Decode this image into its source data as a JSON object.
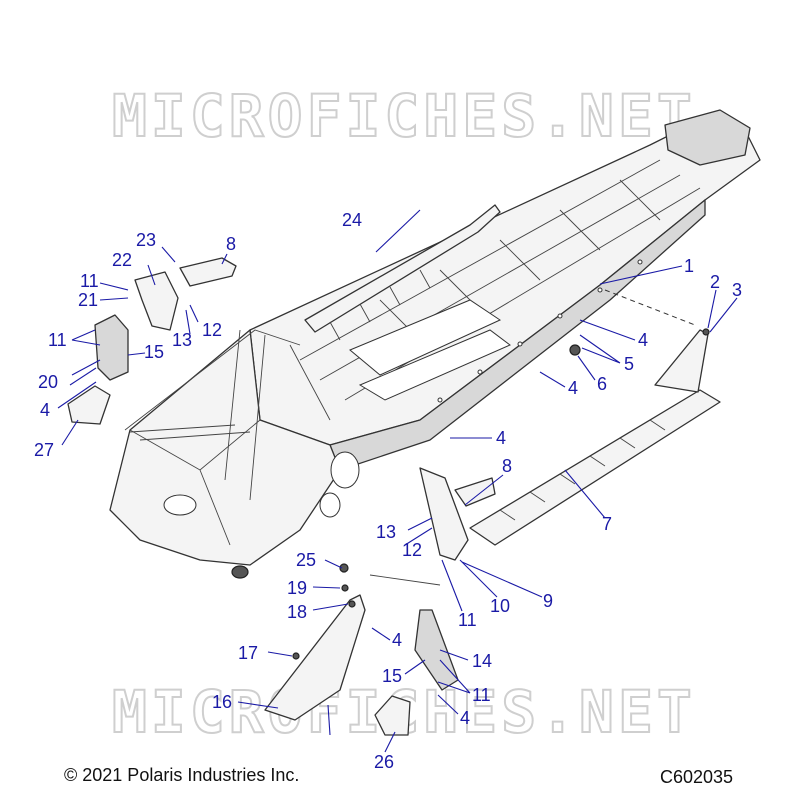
{
  "watermark": "MICROFICHES.NET",
  "copyright": "© 2021 Polaris Industries Inc.",
  "drawing_code": "C602035",
  "colors": {
    "callout": "#1a1aa6",
    "line": "#333333",
    "watermark": "#cfcfcf"
  },
  "callouts": [
    {
      "id": "c1",
      "label": "1"
    },
    {
      "id": "c2",
      "label": "2"
    },
    {
      "id": "c3",
      "label": "3"
    },
    {
      "id": "c4a",
      "label": "4"
    },
    {
      "id": "c4b",
      "label": "4"
    },
    {
      "id": "c4c",
      "label": "4"
    },
    {
      "id": "c4d",
      "label": "4"
    },
    {
      "id": "c4e",
      "label": "4"
    },
    {
      "id": "c4f",
      "label": "4"
    },
    {
      "id": "c5",
      "label": "5"
    },
    {
      "id": "c6",
      "label": "6"
    },
    {
      "id": "c7",
      "label": "7"
    },
    {
      "id": "c8a",
      "label": "8"
    },
    {
      "id": "c8b",
      "label": "8"
    },
    {
      "id": "c9",
      "label": "9"
    },
    {
      "id": "c10",
      "label": "10"
    },
    {
      "id": "c11a",
      "label": "11"
    },
    {
      "id": "c11b",
      "label": "11"
    },
    {
      "id": "c11c",
      "label": "11"
    },
    {
      "id": "c11d",
      "label": "11"
    },
    {
      "id": "c12a",
      "label": "12"
    },
    {
      "id": "c12b",
      "label": "12"
    },
    {
      "id": "c13a",
      "label": "13"
    },
    {
      "id": "c13b",
      "label": "13"
    },
    {
      "id": "c14",
      "label": "14"
    },
    {
      "id": "c15a",
      "label": "15"
    },
    {
      "id": "c15b",
      "label": "15"
    },
    {
      "id": "c16",
      "label": "16"
    },
    {
      "id": "c17",
      "label": "17"
    },
    {
      "id": "c18",
      "label": "18"
    },
    {
      "id": "c19",
      "label": "19"
    },
    {
      "id": "c20",
      "label": "20"
    },
    {
      "id": "c21",
      "label": "21"
    },
    {
      "id": "c22",
      "label": "22"
    },
    {
      "id": "c23",
      "label": "23"
    },
    {
      "id": "c24",
      "label": "24"
    },
    {
      "id": "c25",
      "label": "25"
    },
    {
      "id": "c26",
      "label": "26"
    },
    {
      "id": "c27",
      "label": "27"
    }
  ]
}
